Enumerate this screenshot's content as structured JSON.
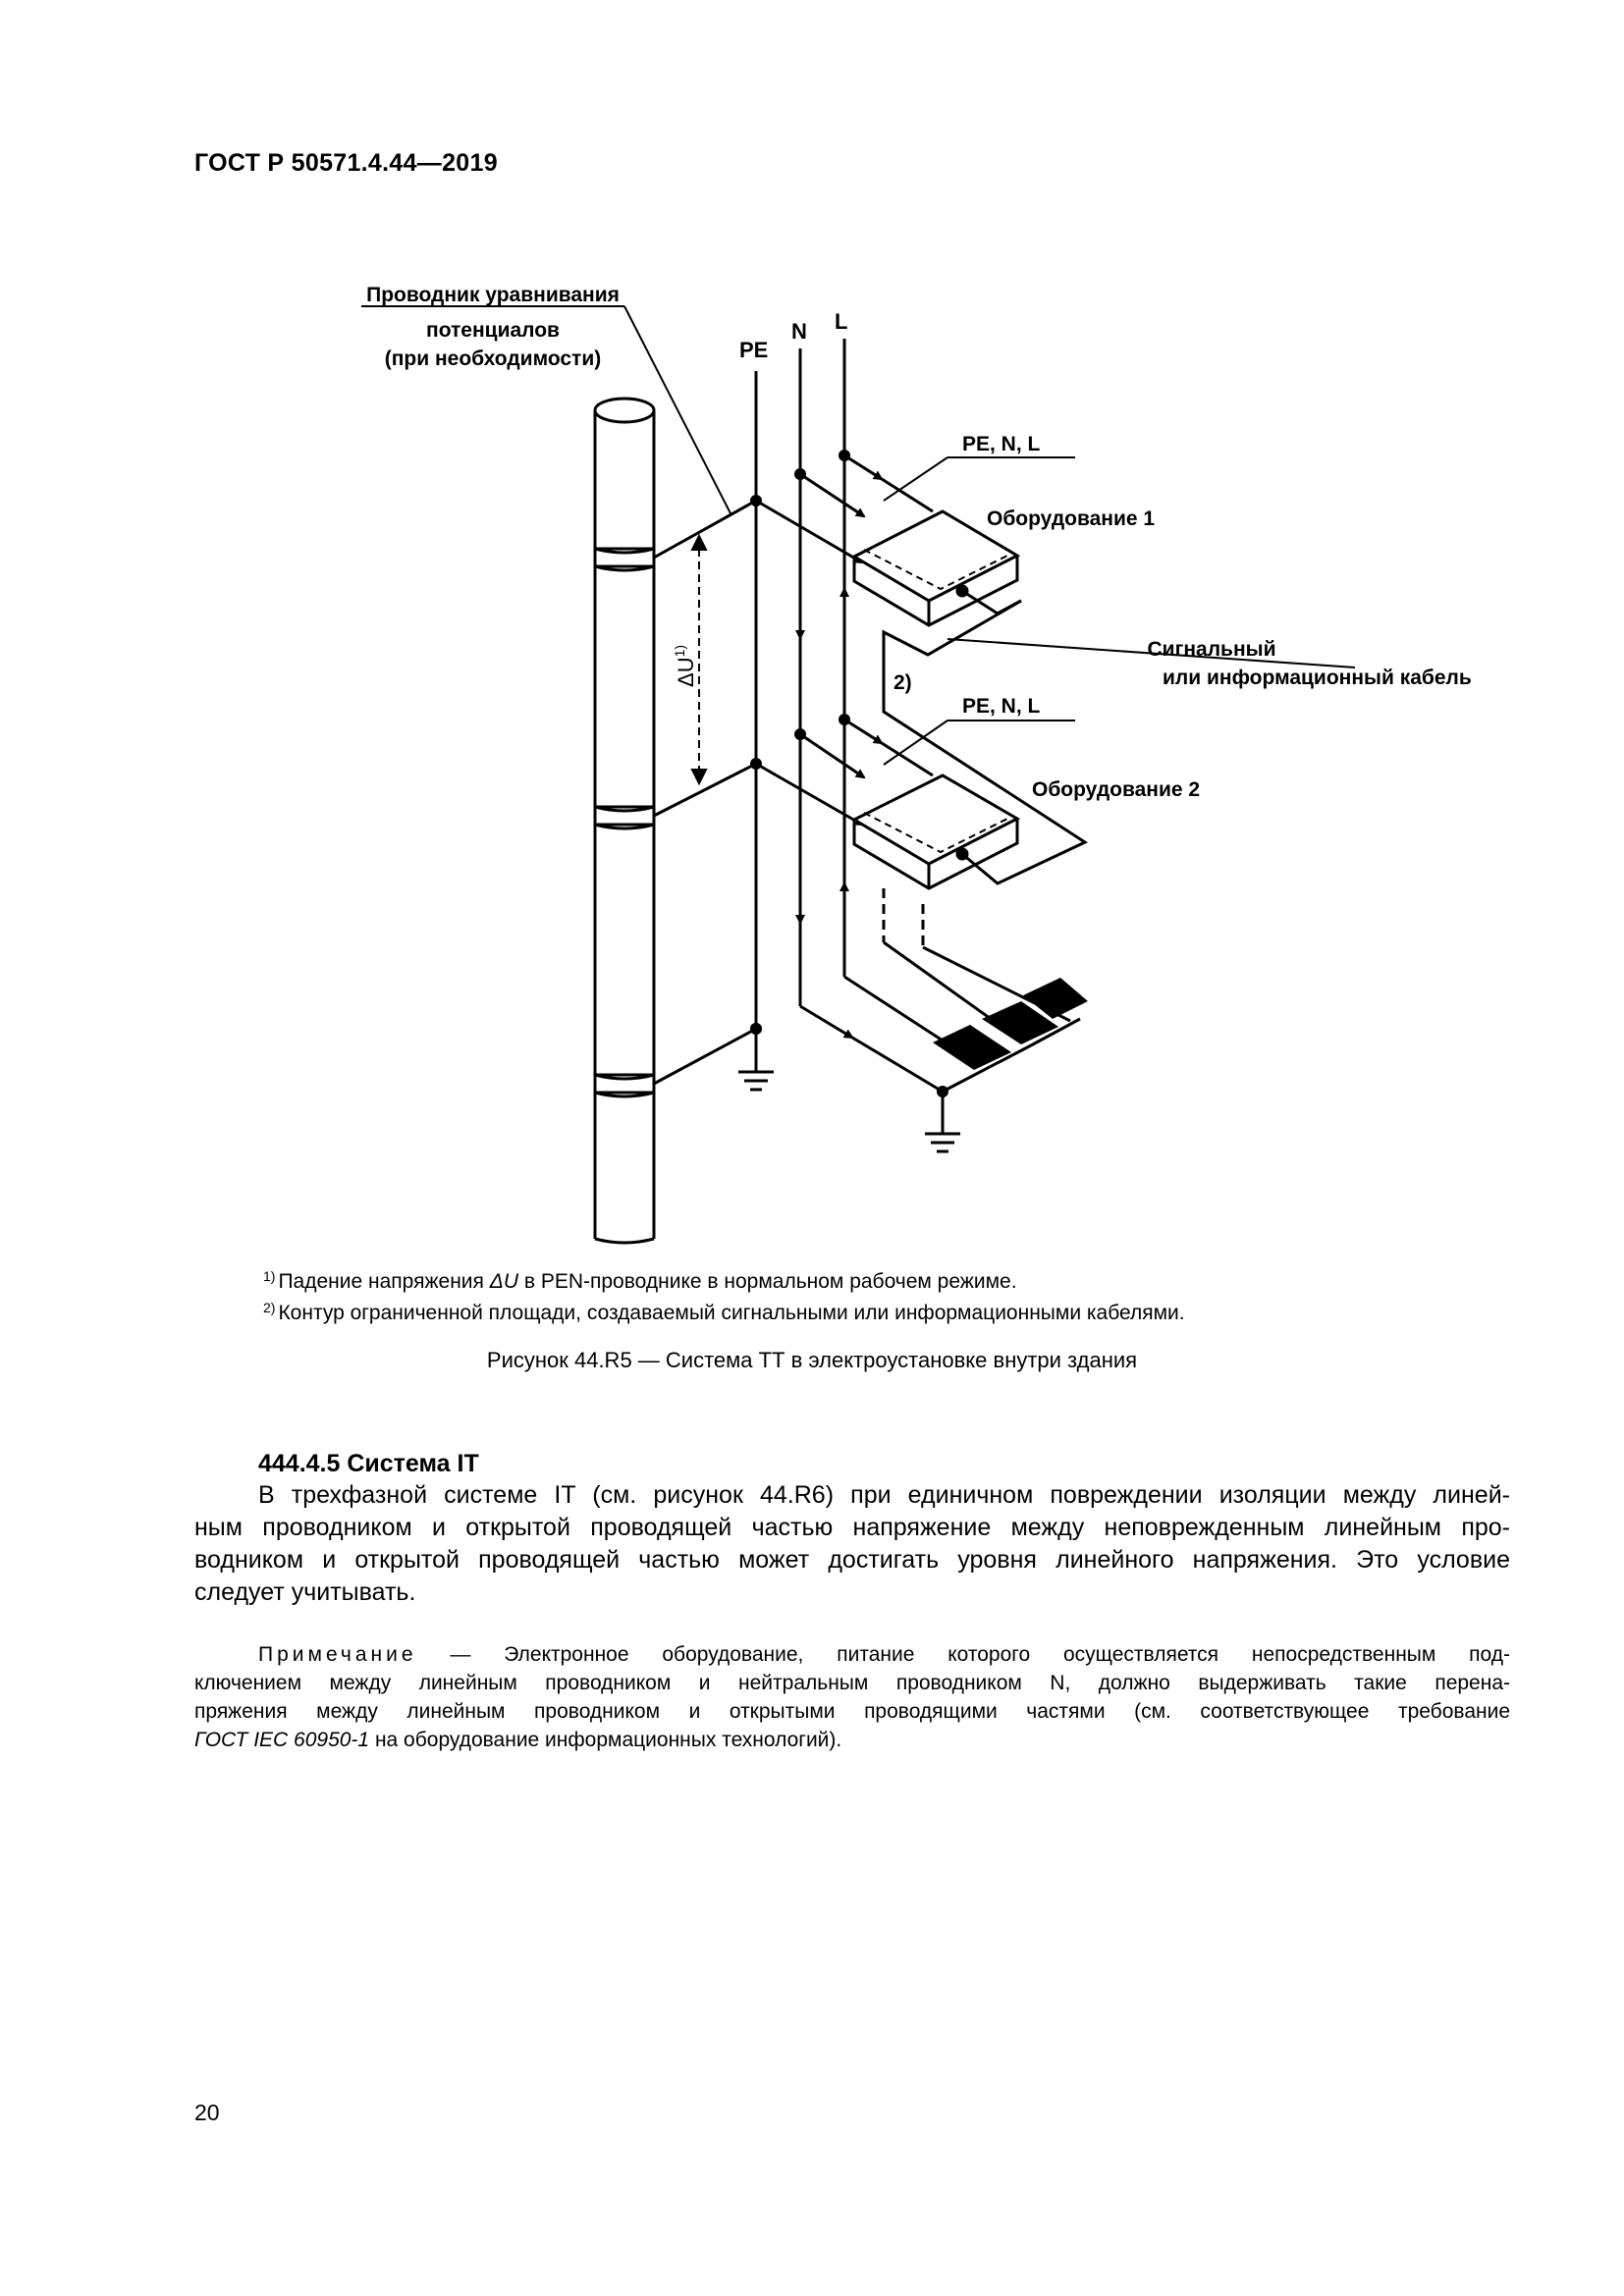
{
  "header": {
    "doc_code": "ГОСТ Р 50571.4.44—2019"
  },
  "figure": {
    "labels": {
      "equipotential_line1": "Проводник уравнивания",
      "equipotential_line2": "потенциалов",
      "equipotential_line3": "(при необходимости)",
      "pe": "PE",
      "n": "N",
      "l": "L",
      "pe_n_l_top": "PE, N, L",
      "equipment1": "Оборудование 1",
      "signal_line1": "Сигнальный",
      "signal_line2": "или информационный кабель",
      "note_ref_2": "2)",
      "pe_n_l_bottom": "PE, N, L",
      "equipment2": "Оборудование 2",
      "delta_u": "ΔU",
      "delta_u_sup": "1)"
    }
  },
  "footnotes": [
    {
      "marker": "1)",
      "text_before": "Падение напряжения ",
      "symbol": "ΔU",
      "text_after": " в PEN-проводнике в нормальном рабочем режиме."
    },
    {
      "marker": "2)",
      "text": "Контур ограниченной площади, создаваемый сигнальными или информационными кабелями."
    }
  ],
  "caption": "Рисунок 44.R5 — Система ТТ в электроустановке внутри здания",
  "section": {
    "title": "444.4.5 Система IT",
    "lines": [
      "В трехфазной системе IT (см. рисунок 44.R6) при единичном повреждении изоляции между линей-",
      "ным проводником и открытой проводящей частью напряжение между неповрежденным линейным про-",
      "водником и открытой проводящей частью может достигать уровня линейного напряжения. Это условие",
      "следует учитывать."
    ]
  },
  "note": {
    "label": "Примечание",
    "line1_rest": " — Электронное оборудование, питание которого осуществляется непосредственным под-",
    "line2": "ключением между линейным проводником и нейтральным проводником N, должно выдерживать такие перена-",
    "line3": "пряжения между линейным проводником и открытыми проводящими частями (см. соответствующее требование",
    "line4_ref": "ГОСТ IEC 60950-1",
    "line4_rest": " на оборудование информационных технологий)."
  },
  "page_number": "20"
}
